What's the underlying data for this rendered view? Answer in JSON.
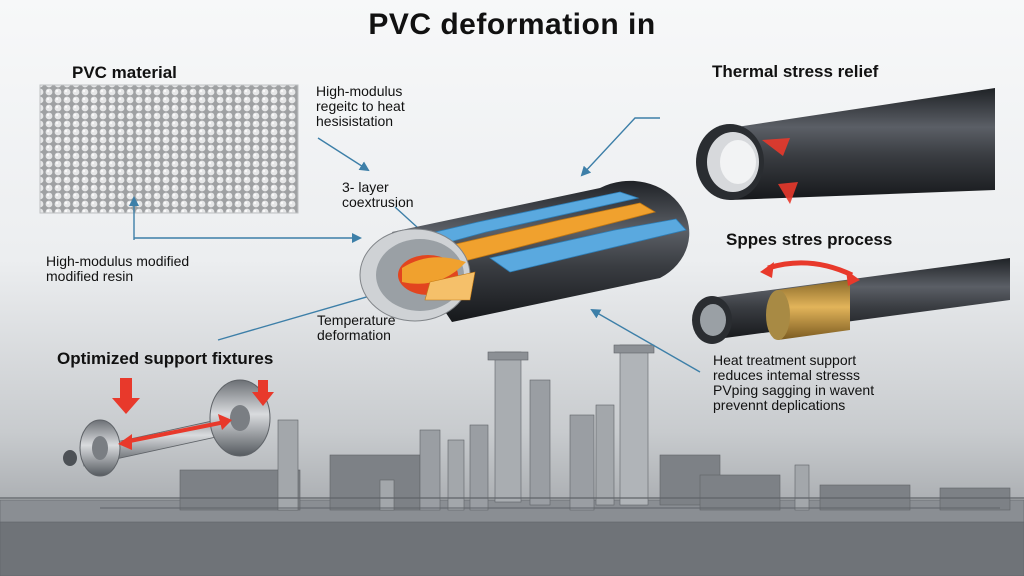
{
  "title": "PVC deformation in",
  "sections": {
    "pvc_material": "PVC material",
    "thermal_stress_relief": "Thermal stress relief",
    "sppes_stres_process": "Sppes stres process",
    "optimized_support": "Optimized support fixtures"
  },
  "callouts": {
    "high_modulus_top": [
      "High-modulus",
      "regeitc to heat",
      "hesisistation"
    ],
    "layer_coextrusion": [
      "3- layer",
      "coextrusion"
    ],
    "high_modulus_left": [
      "High-modulus modified",
      "modified resin"
    ],
    "temperature_deformation": [
      "Temperature",
      "deformation"
    ],
    "heat_treatment": [
      "Heat treatment support",
      "reduces intemal stresss",
      "PVping sagging in wavent",
      "prevennt deplications"
    ]
  },
  "colors": {
    "arrow": "#3d7fa8",
    "pipe_dark": "#3a3d42",
    "layer_blue": "#5aa9df",
    "layer_orange": "#f0a12e",
    "core_red": "#e2451f",
    "accent_red": "#e8392b"
  }
}
